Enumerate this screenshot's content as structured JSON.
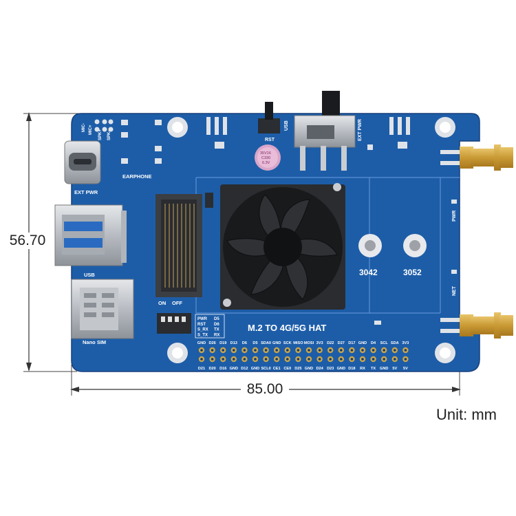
{
  "dimensions": {
    "height_label": "56.70",
    "width_label": "85.00",
    "unit_label": "Unit: mm"
  },
  "board": {
    "title": "M.2 TO 4G/5G HAT",
    "labels": {
      "rst": "RST",
      "usb_top": "USB",
      "ext_pwr_top": "EXT PWR",
      "earphone": "EARPHONE",
      "ext_pwr_left": "EXT PWR",
      "usb_left": "USB",
      "nano_sim": "Nano SIM",
      "on": "ON",
      "off": "OFF",
      "m2_3042": "3042",
      "m2_3052": "3052",
      "pwr_led": "PWR",
      "net_led": "NET",
      "mic_minus": "MIC-",
      "mic_plus": "MIC+",
      "spk_plus": "SPK+",
      "spk_minus": "SPK-",
      "capacitor": [
        "35V16",
        "C330",
        "6.3V"
      ]
    },
    "switch_table": [
      [
        "PWR",
        "D5"
      ],
      [
        "RST",
        "D6"
      ],
      [
        "S_RX",
        "TX"
      ],
      [
        "S_TX",
        "RX"
      ]
    ],
    "header_top_labels": [
      "GND",
      "D26",
      "D19",
      "D13",
      "D6",
      "D5",
      "SDA0",
      "GND",
      "SCK",
      "MISO",
      "MOSI",
      "3V3",
      "D22",
      "D27",
      "D17",
      "GND",
      "D4",
      "SCL",
      "SDA",
      "3V3"
    ],
    "header_bottom_labels": [
      "D21",
      "D20",
      "D16",
      "GND",
      "D12",
      "GND",
      "SCL0",
      "CE1",
      "CE0",
      "D25",
      "GND",
      "D24",
      "D23",
      "GND",
      "D18",
      "RX",
      "TX",
      "GND",
      "5V",
      "5V"
    ]
  }
}
